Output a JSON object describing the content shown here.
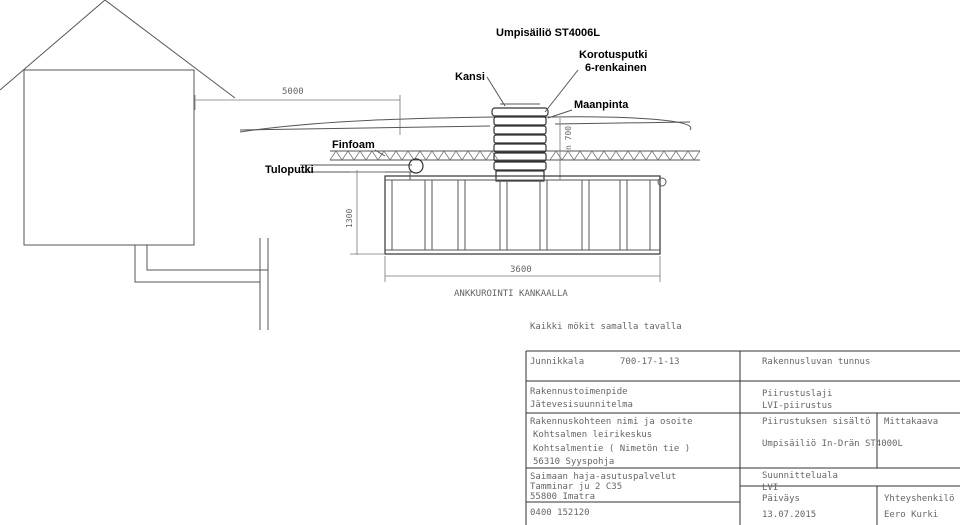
{
  "labels": {
    "title": "Umpisäiliö ST4006L",
    "korotusputki_1": "Korotusputki",
    "korotusputki_2": "6-renkainen",
    "kansi": "Kansi",
    "maanpinta": "Maanpinta",
    "finfoam": "Finfoam",
    "tuloputki": "Tuloputki"
  },
  "dimensions": {
    "d5000": "5000",
    "d700": "n 700",
    "d1300": "1300",
    "d3600": "3600"
  },
  "notes": {
    "ankkurointi": "ANKKUROINTI KANKAALLA",
    "kaikki": "Kaikki mökit samalla tavalla"
  },
  "titleblock": {
    "municipality": "Junnikkala",
    "property_id": "700-17-1-13",
    "permit_id_label": "Rakennusluvan tunnus",
    "client_label": "Rakennustoimenpide",
    "client_value": "Jätevesisuunnitelma",
    "drawing_type_label": "Piirustuslaji",
    "drawing_type_value": "LVI-piirustus",
    "site_label": "Rakennuskohteen nimi ja osoite",
    "site_name": "Kohtsalmen leirikeskus",
    "site_road": "Kohtsalmentie ( Nimetön tie )",
    "site_postal": "56310 Syyspohja",
    "contents_label": "Piirustuksen sisältö",
    "scale_label": "Mittakaava",
    "contents_value": "Umpisäiliö In-Drän ST4000L",
    "designer_name": "Saimaan haja-asutuspalvelut",
    "designer_street": "Tamminar ju 2 C35",
    "designer_city": "55800 Imatra",
    "designer_phone": "0400 152120",
    "field_label": "Suunnitteluala",
    "field_value": "LVI",
    "date_label": "Päiväys",
    "date_value": "13.07.2015",
    "contact_label": "Yhteyshenkilö",
    "contact_value": "Eero Kurki"
  }
}
